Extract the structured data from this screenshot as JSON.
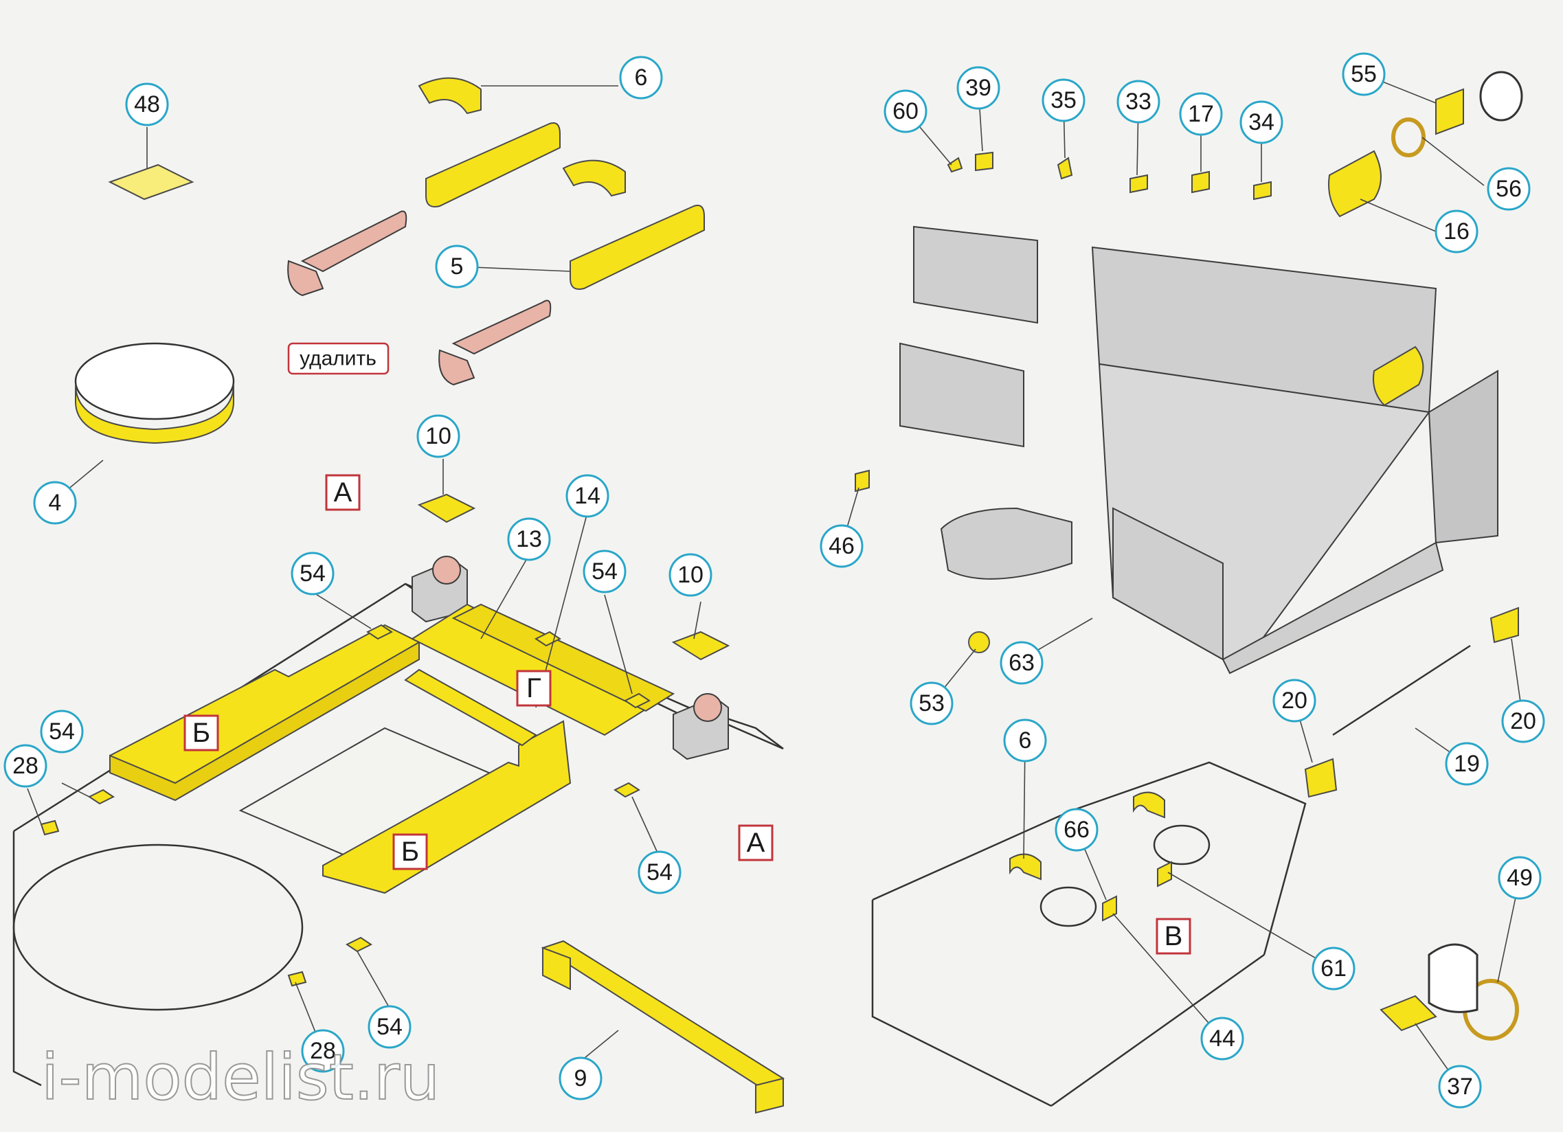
{
  "callouts": [
    {
      "id": "c48",
      "label": "48"
    },
    {
      "id": "c6a",
      "label": "6"
    },
    {
      "id": "c5",
      "label": "5"
    },
    {
      "id": "c4",
      "label": "4"
    },
    {
      "id": "c10a",
      "label": "10"
    },
    {
      "id": "c14",
      "label": "14"
    },
    {
      "id": "c13",
      "label": "13"
    },
    {
      "id": "c54a",
      "label": "54"
    },
    {
      "id": "c54b",
      "label": "54"
    },
    {
      "id": "c10b",
      "label": "10"
    },
    {
      "id": "c54c",
      "label": "54"
    },
    {
      "id": "c28a",
      "label": "28"
    },
    {
      "id": "c54d",
      "label": "54"
    },
    {
      "id": "c54e",
      "label": "54"
    },
    {
      "id": "c28b",
      "label": "28"
    },
    {
      "id": "c9",
      "label": "9"
    },
    {
      "id": "c60",
      "label": "60"
    },
    {
      "id": "c39",
      "label": "39"
    },
    {
      "id": "c35",
      "label": "35"
    },
    {
      "id": "c33",
      "label": "33"
    },
    {
      "id": "c17",
      "label": "17"
    },
    {
      "id": "c34",
      "label": "34"
    },
    {
      "id": "c55",
      "label": "55"
    },
    {
      "id": "c56",
      "label": "56"
    },
    {
      "id": "c16",
      "label": "16"
    },
    {
      "id": "c46",
      "label": "46"
    },
    {
      "id": "c63",
      "label": "63"
    },
    {
      "id": "c53",
      "label": "53"
    },
    {
      "id": "c20a",
      "label": "20"
    },
    {
      "id": "c20b",
      "label": "20"
    },
    {
      "id": "c19",
      "label": "19"
    },
    {
      "id": "c6b",
      "label": "6"
    },
    {
      "id": "c66",
      "label": "66"
    },
    {
      "id": "c61",
      "label": "61"
    },
    {
      "id": "c44",
      "label": "44"
    },
    {
      "id": "c49",
      "label": "49"
    },
    {
      "id": "c37",
      "label": "37"
    }
  ],
  "reference_boxes": [
    {
      "id": "A1",
      "label": "А"
    },
    {
      "id": "A2",
      "label": "А"
    },
    {
      "id": "B1",
      "label": "Б"
    },
    {
      "id": "B2",
      "label": "Б"
    },
    {
      "id": "G",
      "label": "Г"
    },
    {
      "id": "V",
      "label": "В"
    }
  ],
  "remove_label": "удалить",
  "watermark": "i-modelist.ru",
  "colors": {
    "callout_border": "#2aa6c9",
    "ref_border": "#c2343b",
    "pe_part": "#f6e21a",
    "plastic_part": "#cfcfcf",
    "removed_part": "#e8b4a8"
  }
}
